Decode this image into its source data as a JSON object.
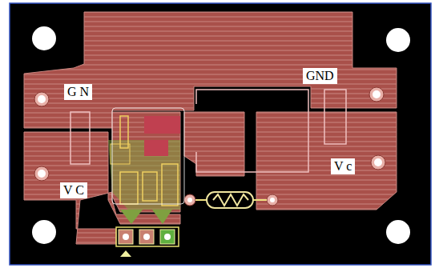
{
  "diagram": {
    "labels": [
      "G N",
      "GND",
      "V C",
      "V c"
    ]
  }
}
